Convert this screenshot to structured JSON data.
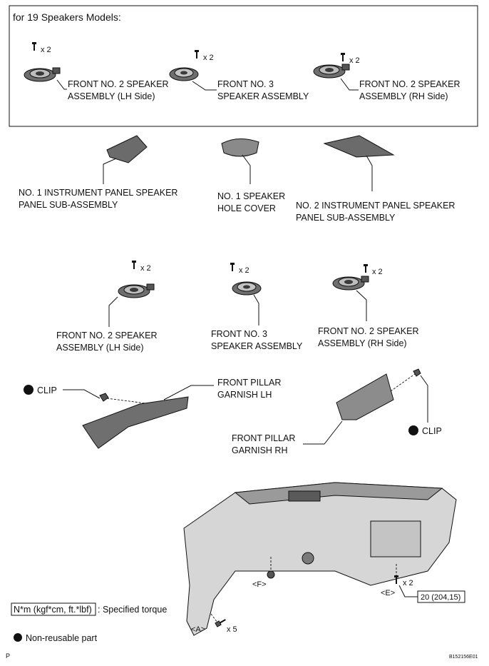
{
  "box_title": "for 19 Speakers Models:",
  "top_row": {
    "left_qty": "x 2",
    "left_line1": "FRONT NO. 2 SPEAKER",
    "left_line2": "ASSEMBLY  (LH Side)",
    "center_qty": "x 2",
    "center_line1": "FRONT NO. 3",
    "center_line2": "SPEAKER ASSEMBLY",
    "right_qty": "x 2",
    "right_line1": "FRONT NO. 2 SPEAKER",
    "right_line2": "ASSEMBLY (RH Side)"
  },
  "panels": {
    "no1_line1": "NO. 1 INSTRUMENT PANEL SPEAKER",
    "no1_line2": "PANEL SUB-ASSEMBLY",
    "cover_line1": "NO. 1 SPEAKER",
    "cover_line2": "HOLE COVER",
    "no2_line1": "NO. 2 INSTRUMENT PANEL SPEAKER",
    "no2_line2": "PANEL SUB-ASSEMBLY"
  },
  "mid_row": {
    "left_qty": "x 2",
    "left_line1": "FRONT NO. 2 SPEAKER",
    "left_line2": "ASSEMBLY  (LH Side)",
    "center_qty": "x 2",
    "center_line1": "FRONT NO. 3",
    "center_line2": "SPEAKER ASSEMBLY",
    "right_qty": "x 2",
    "right_line1": "FRONT NO. 2 SPEAKER",
    "right_line2": "ASSEMBLY (RH Side)"
  },
  "pillars": {
    "clip_left": "CLIP",
    "lh_line1": "FRONT PILLAR",
    "lh_line2": "GARNISH LH",
    "rh_line1": "FRONT PILLAR",
    "rh_line2": "GARNISH RH",
    "clip_right": "CLIP"
  },
  "dashboard": {
    "label_f": "<F>",
    "label_e": "<E>",
    "e_qty": "x 2",
    "torque_value": "20 (204,15)",
    "label_a": "<A>",
    "a_qty": "x 5"
  },
  "legend": {
    "torque_box": "N*m (kgf*cm, ft.*lbf)",
    "torque_text": ": Specified torque",
    "nonreusable": "Non-reusable part"
  },
  "footer": {
    "left_mark": "P",
    "figure_id": "B152156E01"
  },
  "colors": {
    "ink": "#111111",
    "part_fill": "#7a7a7a",
    "part_dark": "#3a3a3a",
    "background": "#ffffff"
  }
}
